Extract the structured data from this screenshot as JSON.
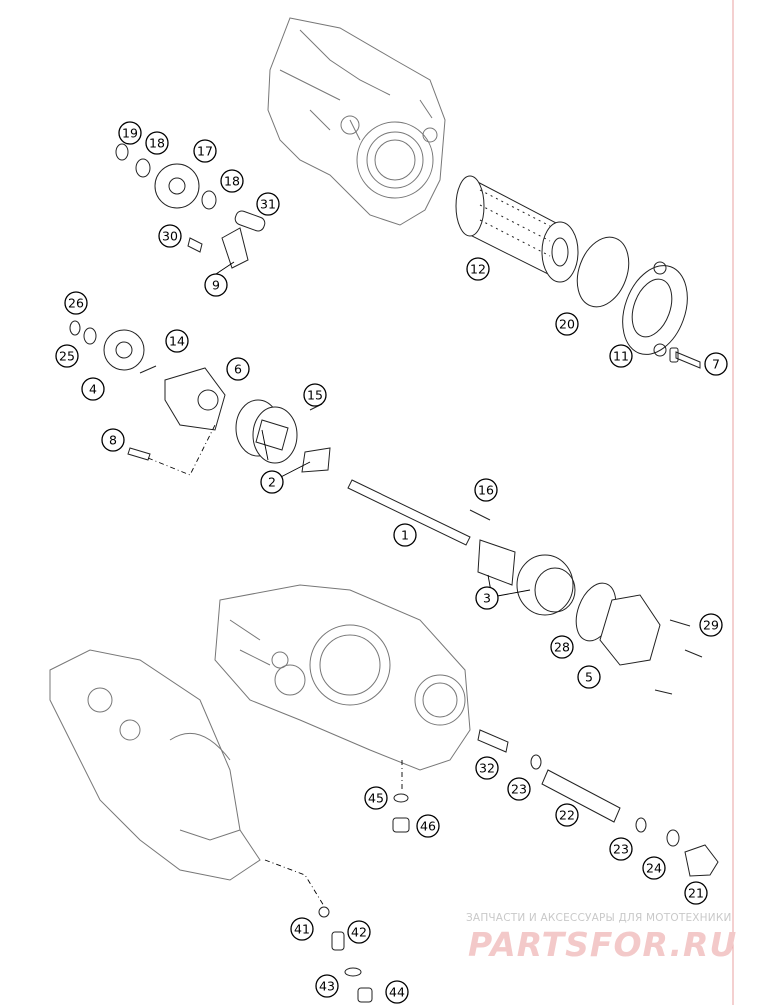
{
  "callouts": [
    "19",
    "18",
    "17",
    "18",
    "31",
    "30",
    "9",
    "12",
    "20",
    "11",
    "7",
    "26",
    "25",
    "14",
    "6",
    "4",
    "8",
    "15",
    "2",
    "16",
    "1",
    "3",
    "29",
    "28",
    "5",
    "45",
    "46",
    "32",
    "23",
    "22",
    "23",
    "24",
    "21",
    "41",
    "42",
    "43",
    "44"
  ],
  "watermark": {
    "caption": "ЗАПЧАСТИ И АКСЕССУАРЫ ДЛЯ МОТОТЕХНИКИ",
    "logo": "PARTSFOR.RU"
  },
  "colors": {
    "line": "#777777",
    "callout_stroke": "#000000",
    "margin_line": "#e8a0a0",
    "watermark": "#f3c9c9"
  }
}
